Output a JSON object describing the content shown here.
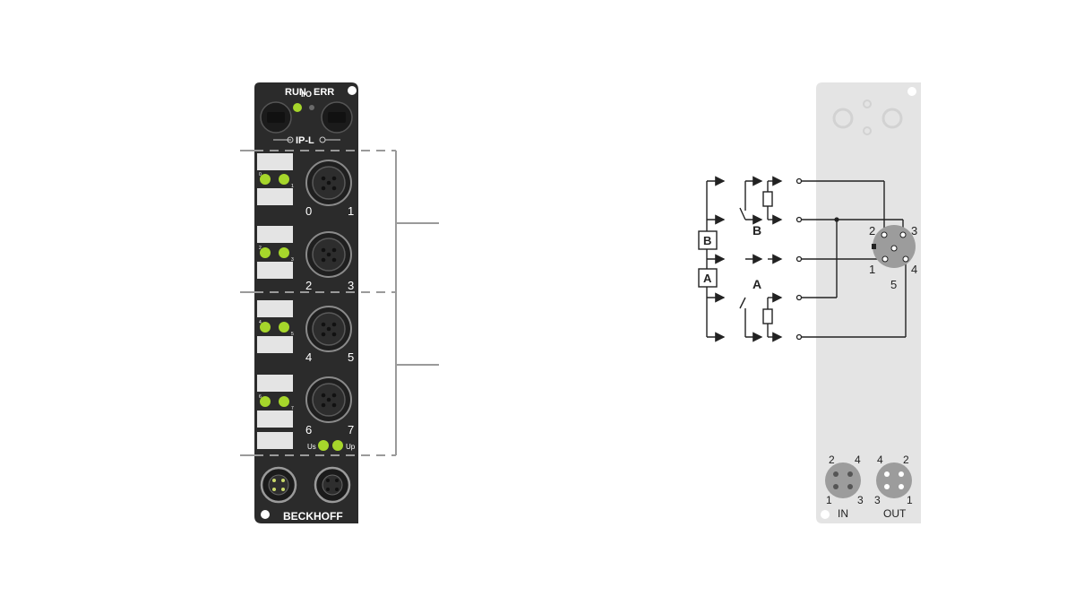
{
  "module": {
    "top_labels": {
      "run": "RUN",
      "io": "I/O",
      "err": "ERR"
    },
    "ip_label": "IP-L",
    "brand": "BECKHOFF",
    "channel_labels": [
      "0",
      "1",
      "2",
      "3",
      "4",
      "5",
      "6",
      "7"
    ],
    "led_small_labels": [
      "0",
      "1",
      "2",
      "3",
      "4",
      "5",
      "6",
      "7"
    ],
    "power_labels": {
      "us": "Us",
      "up": "Up"
    },
    "colors": {
      "housing": "#2b2b2b",
      "led": "#a6d62b",
      "label_plate": "#e4e4e4",
      "bracket": "#9a9a9a"
    }
  },
  "diagram": {
    "components": {
      "b": "B",
      "a": "A"
    },
    "switch_labels": {
      "b": "B",
      "a": "A"
    },
    "m12_pins": [
      "1",
      "2",
      "3",
      "4",
      "5"
    ],
    "power_in": {
      "label": "IN",
      "pins": [
        "2",
        "4",
        "1",
        "3"
      ]
    },
    "power_out": {
      "label": "OUT",
      "pins": [
        "4",
        "2",
        "3",
        "1"
      ]
    },
    "colors": {
      "panel": "#e4e4e4",
      "connector": "#9c9c9c",
      "wire": "#222222"
    }
  }
}
